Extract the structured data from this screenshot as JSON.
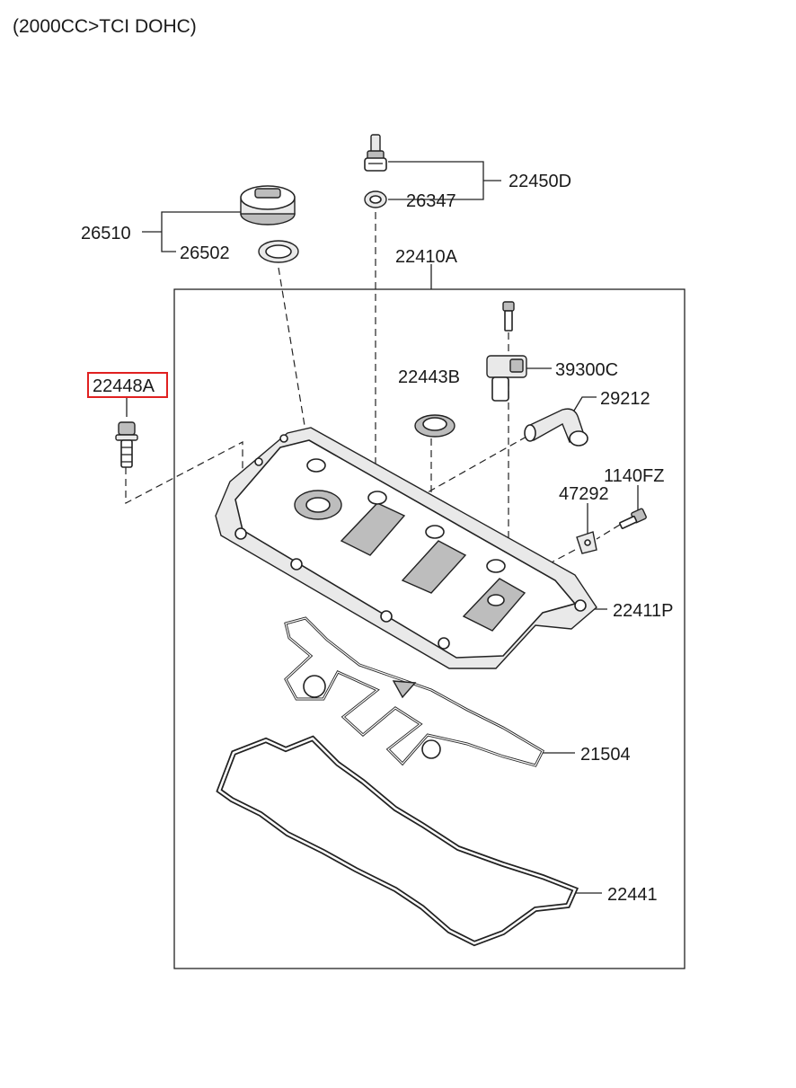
{
  "header": {
    "title": "(2000CC>TCI DOHC)"
  },
  "parts": {
    "p22450D": "22450D",
    "p26347": "26347",
    "p26510": "26510",
    "p26502": "26502",
    "p22410A": "22410A",
    "p22448A": "22448A",
    "p22443B": "22443B",
    "p39300C": "39300C",
    "p29212": "29212",
    "p1140FZ": "1140FZ",
    "p47292": "47292",
    "p22411P": "22411P",
    "p21504": "21504",
    "p22441": "22441"
  },
  "highlight": {
    "part": "22448A",
    "color": "#e02020"
  }
}
